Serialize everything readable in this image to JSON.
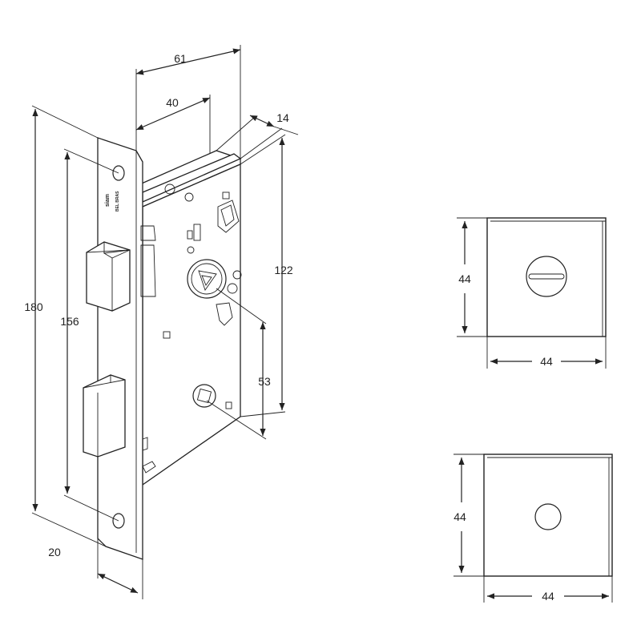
{
  "diagram": {
    "brand_text": "siam",
    "brand_subtext": "BEL BRAS",
    "lock_dimensions": {
      "depth_overall": "61",
      "backset": "40",
      "thickness": "14",
      "faceplate_height": "180",
      "screw_spacing": "156",
      "case_height": "122",
      "handle_to_turn": "53",
      "faceplate_width": "20"
    },
    "rosette_top": {
      "width": "44",
      "height": "44"
    },
    "rosette_bottom": {
      "width": "44",
      "height": "44"
    }
  }
}
